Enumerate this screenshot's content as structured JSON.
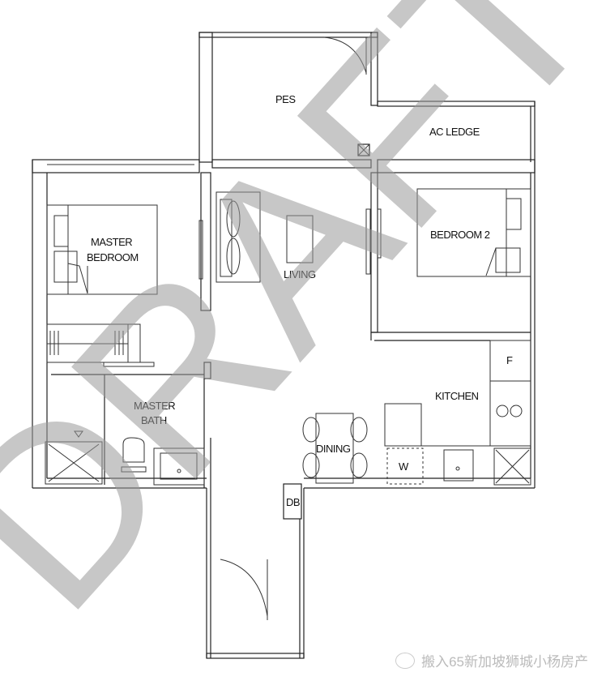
{
  "floorplan": {
    "rooms": {
      "pes": "PES",
      "ac_ledge": "AC LEDGE",
      "master_bedroom_line1": "MASTER",
      "master_bedroom_line2": "BEDROOM",
      "living": "LIVING",
      "bedroom2": "BEDROOM 2",
      "master_bath_line1": "MASTER",
      "master_bath_line2": "BATH",
      "kitchen": "KITCHEN",
      "dining": "DINING",
      "db": "DB",
      "fridge": "F",
      "washer": "W"
    },
    "watermark": "DRAFT"
  },
  "footer": {
    "brand": "搬入65新加坡狮城小杨房产"
  }
}
